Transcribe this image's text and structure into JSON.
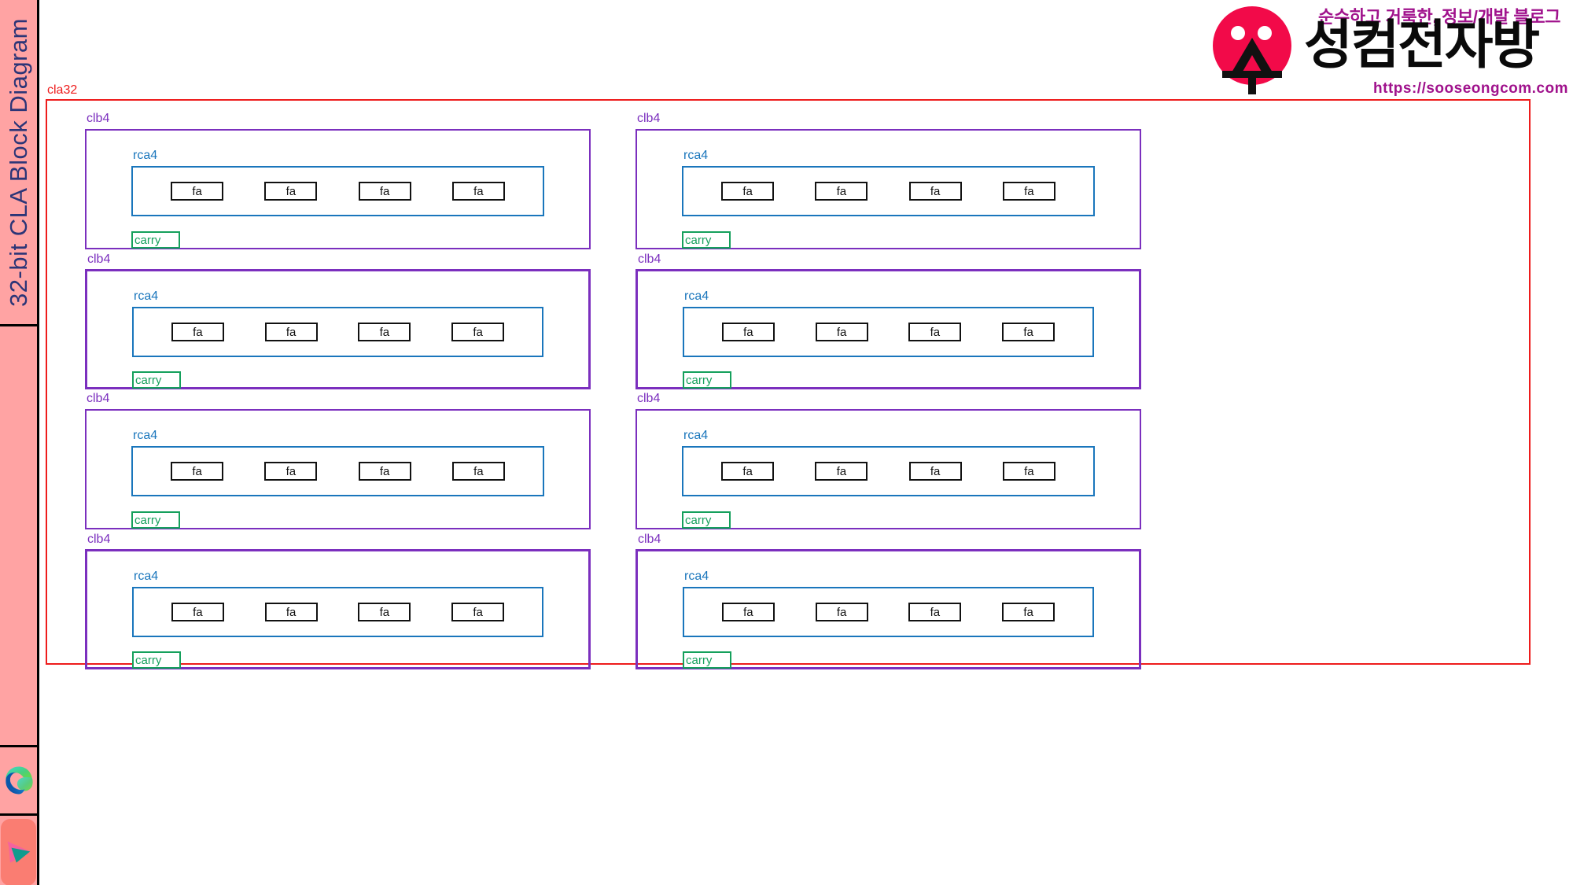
{
  "sidebar": {
    "title": "32-bit CLA Block Diagram",
    "title_color": "#2c3577",
    "background_color": "#ffa3a3",
    "taskbar": [
      {
        "name": "microsoft-edge",
        "label": "Microsoft Edge"
      },
      {
        "name": "media-player",
        "label": "Media Player"
      }
    ]
  },
  "logo": {
    "tagline": "순수하고 거룩한, 정보/개발 블로그",
    "wordmark": "성컴전자방",
    "face_character": "수",
    "url": "https://sooseongcom.com",
    "circle_color": "#f20a49",
    "accent_color": "#a0128c"
  },
  "diagram": {
    "root": {
      "label": "cla32",
      "color": "#ee1c1c"
    },
    "block_label": "clb4",
    "block_color": "#7b2fbe",
    "adder_label": "rca4",
    "adder_color": "#1a76bc",
    "fa_label": "fa",
    "fa_color": "#111111",
    "carry_label": "carry",
    "carry_color": "#15a05c",
    "blocks": [
      {
        "label": "clb4",
        "column": 0,
        "row": 0,
        "emphasis": false,
        "rca4": {
          "label": "rca4",
          "fa": [
            "fa",
            "fa",
            "fa",
            "fa"
          ]
        },
        "carry": "carry"
      },
      {
        "label": "clb4",
        "column": 1,
        "row": 0,
        "emphasis": false,
        "rca4": {
          "label": "rca4",
          "fa": [
            "fa",
            "fa",
            "fa",
            "fa"
          ]
        },
        "carry": "carry"
      },
      {
        "label": "clb4",
        "column": 0,
        "row": 1,
        "emphasis": true,
        "rca4": {
          "label": "rca4",
          "fa": [
            "fa",
            "fa",
            "fa",
            "fa"
          ]
        },
        "carry": "carry"
      },
      {
        "label": "clb4",
        "column": 1,
        "row": 1,
        "emphasis": true,
        "rca4": {
          "label": "rca4",
          "fa": [
            "fa",
            "fa",
            "fa",
            "fa"
          ]
        },
        "carry": "carry"
      },
      {
        "label": "clb4",
        "column": 0,
        "row": 2,
        "emphasis": false,
        "rca4": {
          "label": "rca4",
          "fa": [
            "fa",
            "fa",
            "fa",
            "fa"
          ]
        },
        "carry": "carry"
      },
      {
        "label": "clb4",
        "column": 1,
        "row": 2,
        "emphasis": false,
        "rca4": {
          "label": "rca4",
          "fa": [
            "fa",
            "fa",
            "fa",
            "fa"
          ]
        },
        "carry": "carry"
      },
      {
        "label": "clb4",
        "column": 0,
        "row": 3,
        "emphasis": true,
        "rca4": {
          "label": "rca4",
          "fa": [
            "fa",
            "fa",
            "fa",
            "fa"
          ]
        },
        "carry": "carry"
      },
      {
        "label": "clb4",
        "column": 1,
        "row": 3,
        "emphasis": true,
        "rca4": {
          "label": "rca4",
          "fa": [
            "fa",
            "fa",
            "fa",
            "fa"
          ]
        },
        "carry": "carry"
      }
    ]
  }
}
